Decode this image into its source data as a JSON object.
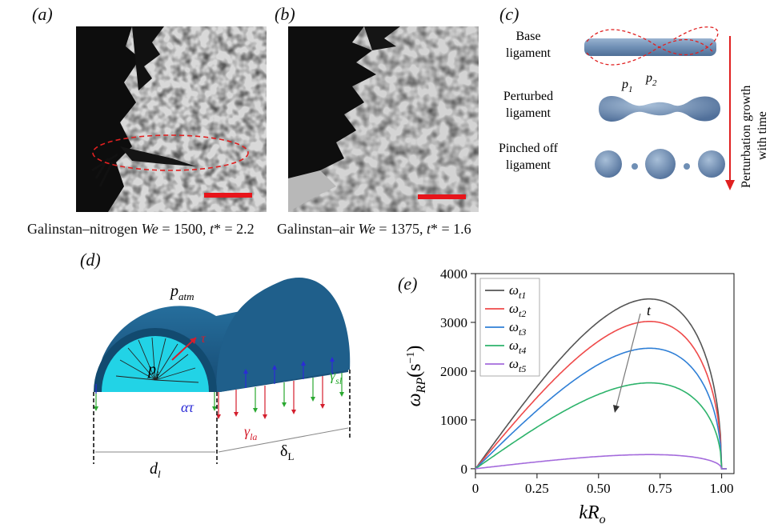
{
  "panel_a": {
    "label": "(a)",
    "caption_fluid": "Galinstan–nitrogen ",
    "caption_we_sym": "We",
    "caption_we_val": " = 1500, ",
    "caption_t_sym": "t",
    "caption_t_val": "* = 2.2"
  },
  "panel_b": {
    "label": "(b)",
    "caption_fluid": "Galinstan–air ",
    "caption_we_sym": "We",
    "caption_we_val": " = 1375, ",
    "caption_t_sym": "t",
    "caption_t_val": "* = 1.6"
  },
  "panel_c": {
    "label": "(c)",
    "base_line1": "Base",
    "base_line2": "ligament",
    "perturbed_line1": "Perturbed",
    "perturbed_line2": "ligament",
    "pinched_line1": "Pinched off",
    "pinched_line2": "ligament",
    "p1": "p",
    "p1_sub": "1",
    "p2": "p",
    "p2_sub": "2",
    "arrow_line1": "Perturbation growth",
    "arrow_line2": "with time",
    "ligament_color": "#6f8fb5",
    "arrow_color": "#e02020"
  },
  "panel_d": {
    "label": "(d)",
    "p_atm": "p",
    "p_atm_sub": "atm",
    "p_i": "p",
    "p_i_sub": "i",
    "tau": "τ",
    "alpha_tau": "ατ",
    "gamma_la": "γ",
    "gamma_la_sub": "la",
    "gamma_sl": "γ",
    "gamma_sl_sub": "sl",
    "d_l": "d",
    "d_l_sub": "l",
    "delta_L": "δ",
    "delta_L_sub": "L",
    "shell_color": "#1f5f8b",
    "inner_color": "#22d3e6",
    "blue_arrow_color": "#2b2bd6",
    "green_arrow_color": "#2aa830",
    "red_arrow_color": "#d41e2d"
  },
  "panel_e": {
    "label": "(e)",
    "time_arrow_label": "t"
  },
  "chart_data": {
    "type": "line",
    "title": "",
    "xlabel": "kR",
    "xlabel_sub": "o",
    "ylabel": "ω",
    "ylabel_sub": "RP",
    "ylabel_unit": "(s",
    "ylabel_unit_sup": "−1",
    "ylabel_unit_close": ")",
    "xlim": [
      0,
      1.05
    ],
    "ylim": [
      -100,
      4000
    ],
    "xticks": [
      "0",
      "0.25",
      "0.50",
      "0.75",
      "1.00"
    ],
    "xtick_values": [
      0,
      0.25,
      0.5,
      0.75,
      1.0
    ],
    "yticks": [
      "0",
      "1000",
      "2000",
      "3000",
      "4000"
    ],
    "ytick_values": [
      0,
      1000,
      2000,
      3000,
      4000
    ],
    "legend_position": "top-left",
    "series": [
      {
        "name": "ω",
        "sub": "t1",
        "color": "#555555",
        "peak": 3480
      },
      {
        "name": "ω",
        "sub": "t2",
        "color": "#ef4a4a",
        "peak": 3020
      },
      {
        "name": "ω",
        "sub": "t3",
        "color": "#2f7fd6",
        "peak": 2470
      },
      {
        "name": "ω",
        "sub": "t4",
        "color": "#2db36b",
        "peak": 1760
      },
      {
        "name": "ω",
        "sub": "t5",
        "color": "#a46bdc",
        "peak": 290
      }
    ]
  }
}
